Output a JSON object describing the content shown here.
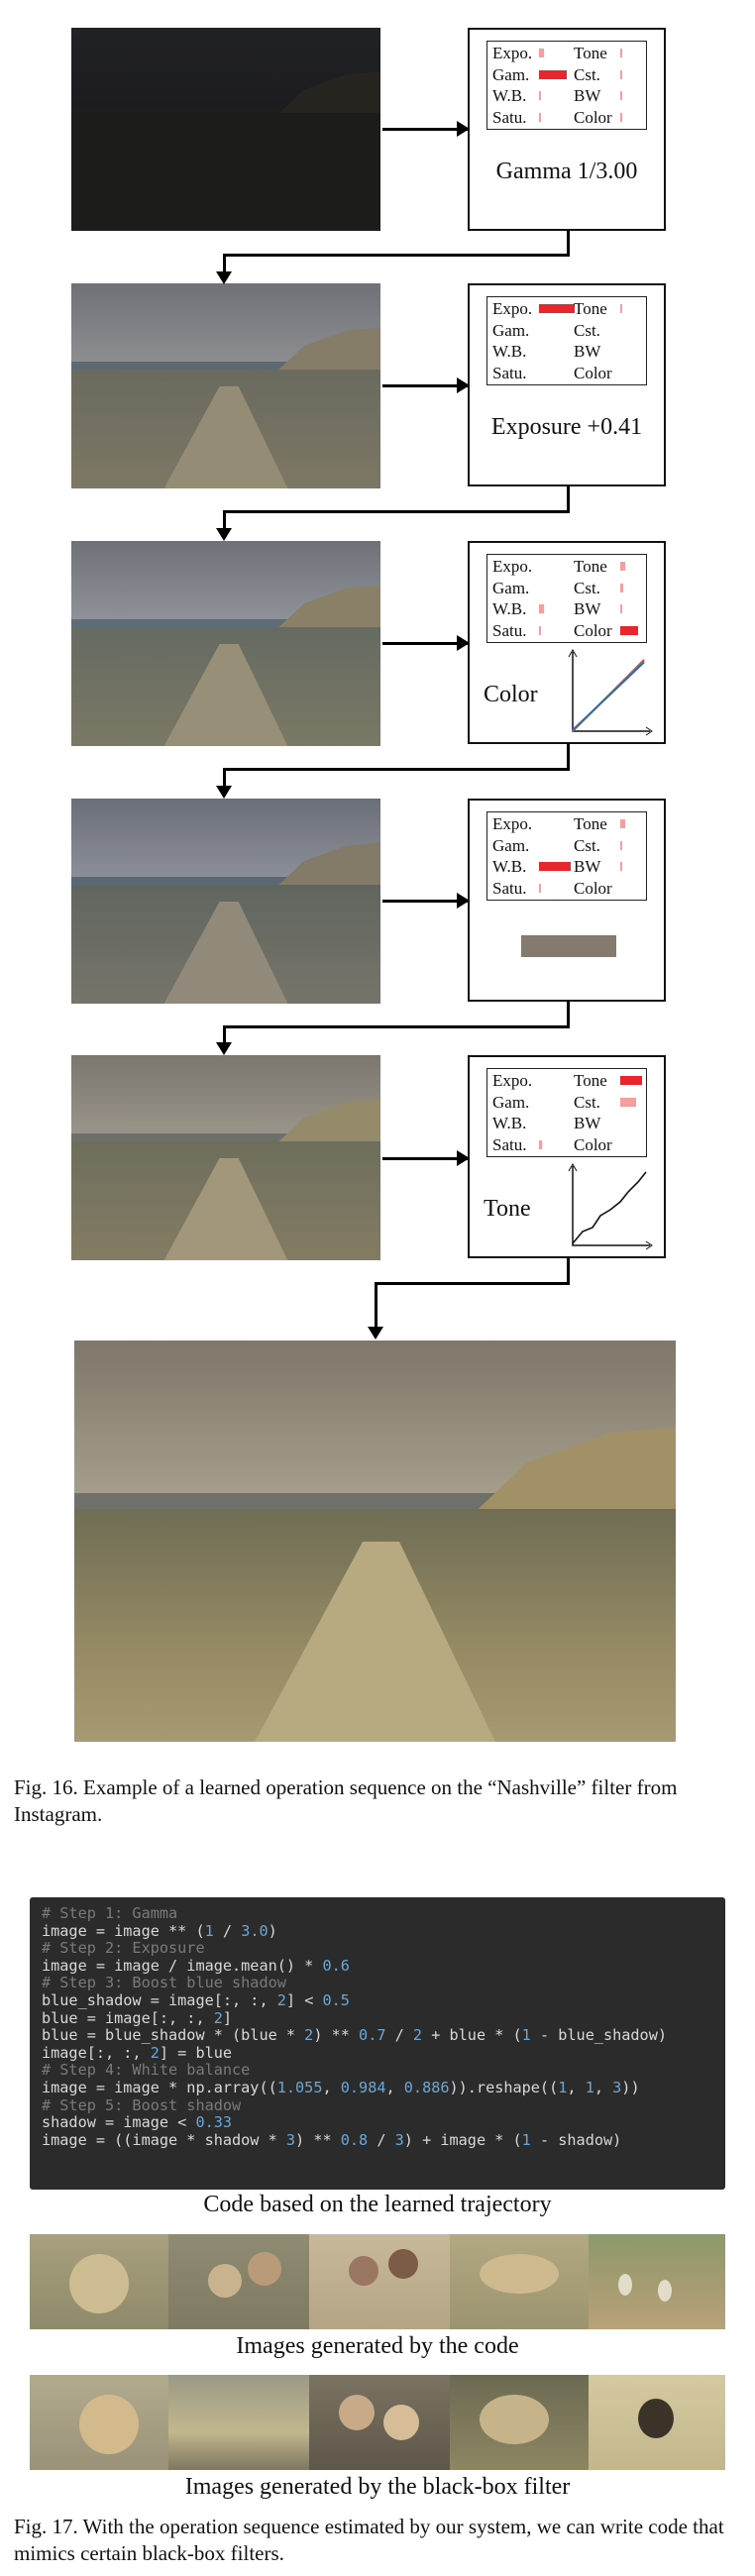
{
  "pipeline": {
    "op_labels": {
      "expo": "Expo.",
      "gam": "Gam.",
      "wb": "W.B.",
      "satu": "Satu.",
      "tone": "Tone",
      "cst": "Cst.",
      "bw": "BW",
      "color": "Color"
    },
    "steps": [
      {
        "caption": "Gamma 1/3.00",
        "selected": "gam",
        "bars": {
          "expo": 0.06,
          "gam": 0.35,
          "wb": 0.01,
          "satu": 0.01,
          "tone": 0.02,
          "cst": 0.02,
          "bw": 0.01,
          "color": 0.01
        }
      },
      {
        "caption": "Exposure +0.41",
        "selected": "expo",
        "bars": {
          "expo": 0.45,
          "gam": 0.0,
          "wb": 0.0,
          "satu": 0.0,
          "tone": 0.01,
          "cst": 0.0,
          "bw": 0.0,
          "color": 0.0
        }
      },
      {
        "caption": "Color",
        "selected": "color",
        "bars": {
          "expo": 0.0,
          "gam": 0.0,
          "wb": 0.06,
          "satu": 0.03,
          "tone": 0.06,
          "cst": 0.04,
          "bw": 0.01,
          "color": 0.22
        }
      },
      {
        "caption": "",
        "selected": "wb",
        "bars": {
          "expo": 0.0,
          "gam": 0.0,
          "wb": 0.4,
          "satu": 0.02,
          "tone": 0.06,
          "cst": 0.02,
          "bw": 0.02,
          "color": 0.0
        }
      },
      {
        "caption": "Tone",
        "selected": "tone",
        "bars": {
          "expo": 0.0,
          "gam": 0.0,
          "wb": 0.0,
          "satu": 0.04,
          "tone": 0.28,
          "cst": 0.2,
          "bw": 0.0,
          "color": 0.0
        }
      }
    ],
    "wb_swatch_color": "#857a6e"
  },
  "figures": {
    "fig16_caption": "Fig. 16.  Example of a learned operation sequence on the “Nashville” filter from Instagram.",
    "fig17_caption": "Fig. 17.  With the operation sequence estimated by our system, we can write code that mimics certain black-box filters.",
    "code_label": "Code based on the learned trajectory",
    "generated_label": "Images generated by the code",
    "blackbox_label": "Images generated by the black-box filter"
  },
  "code_lines": [
    {
      "type": "comment",
      "text": "# Step 1: Gamma"
    },
    {
      "type": "code",
      "text": "image = image ** (1 / 3.0)"
    },
    {
      "type": "comment",
      "text": "# Step 2: Exposure"
    },
    {
      "type": "code",
      "text": "image = image / image.mean() * 0.6"
    },
    {
      "type": "comment",
      "text": "# Step 3: Boost blue shadow"
    },
    {
      "type": "code",
      "text": "blue_shadow = image[:, :, 2] < 0.5"
    },
    {
      "type": "code",
      "text": "blue = image[:, :, 2]"
    },
    {
      "type": "code",
      "text": "blue = blue_shadow * (blue * 2) ** 0.7 / 2 + blue * (1 - blue_shadow)"
    },
    {
      "type": "code",
      "text": "image[:, :, 2] = blue"
    },
    {
      "type": "comment",
      "text": "# Step 4: White balance"
    },
    {
      "type": "code",
      "text": "image = image * np.array((1.055, 0.984, 0.886)).reshape((1, 1, 3))"
    },
    {
      "type": "comment",
      "text": "# Step 5: Boost shadow"
    },
    {
      "type": "code",
      "text": "shadow = image < 0.33"
    },
    {
      "type": "code",
      "text": "image = ((image * shadow * 3) ** 0.8 / 3) + image * (1 - shadow)"
    }
  ],
  "colors": {
    "bar_red": "#e8262b",
    "code_bg": "#2b2b2b",
    "code_text": "#d8d8d8",
    "code_comment": "#7a7a7a",
    "code_number": "#6aa7d8"
  }
}
